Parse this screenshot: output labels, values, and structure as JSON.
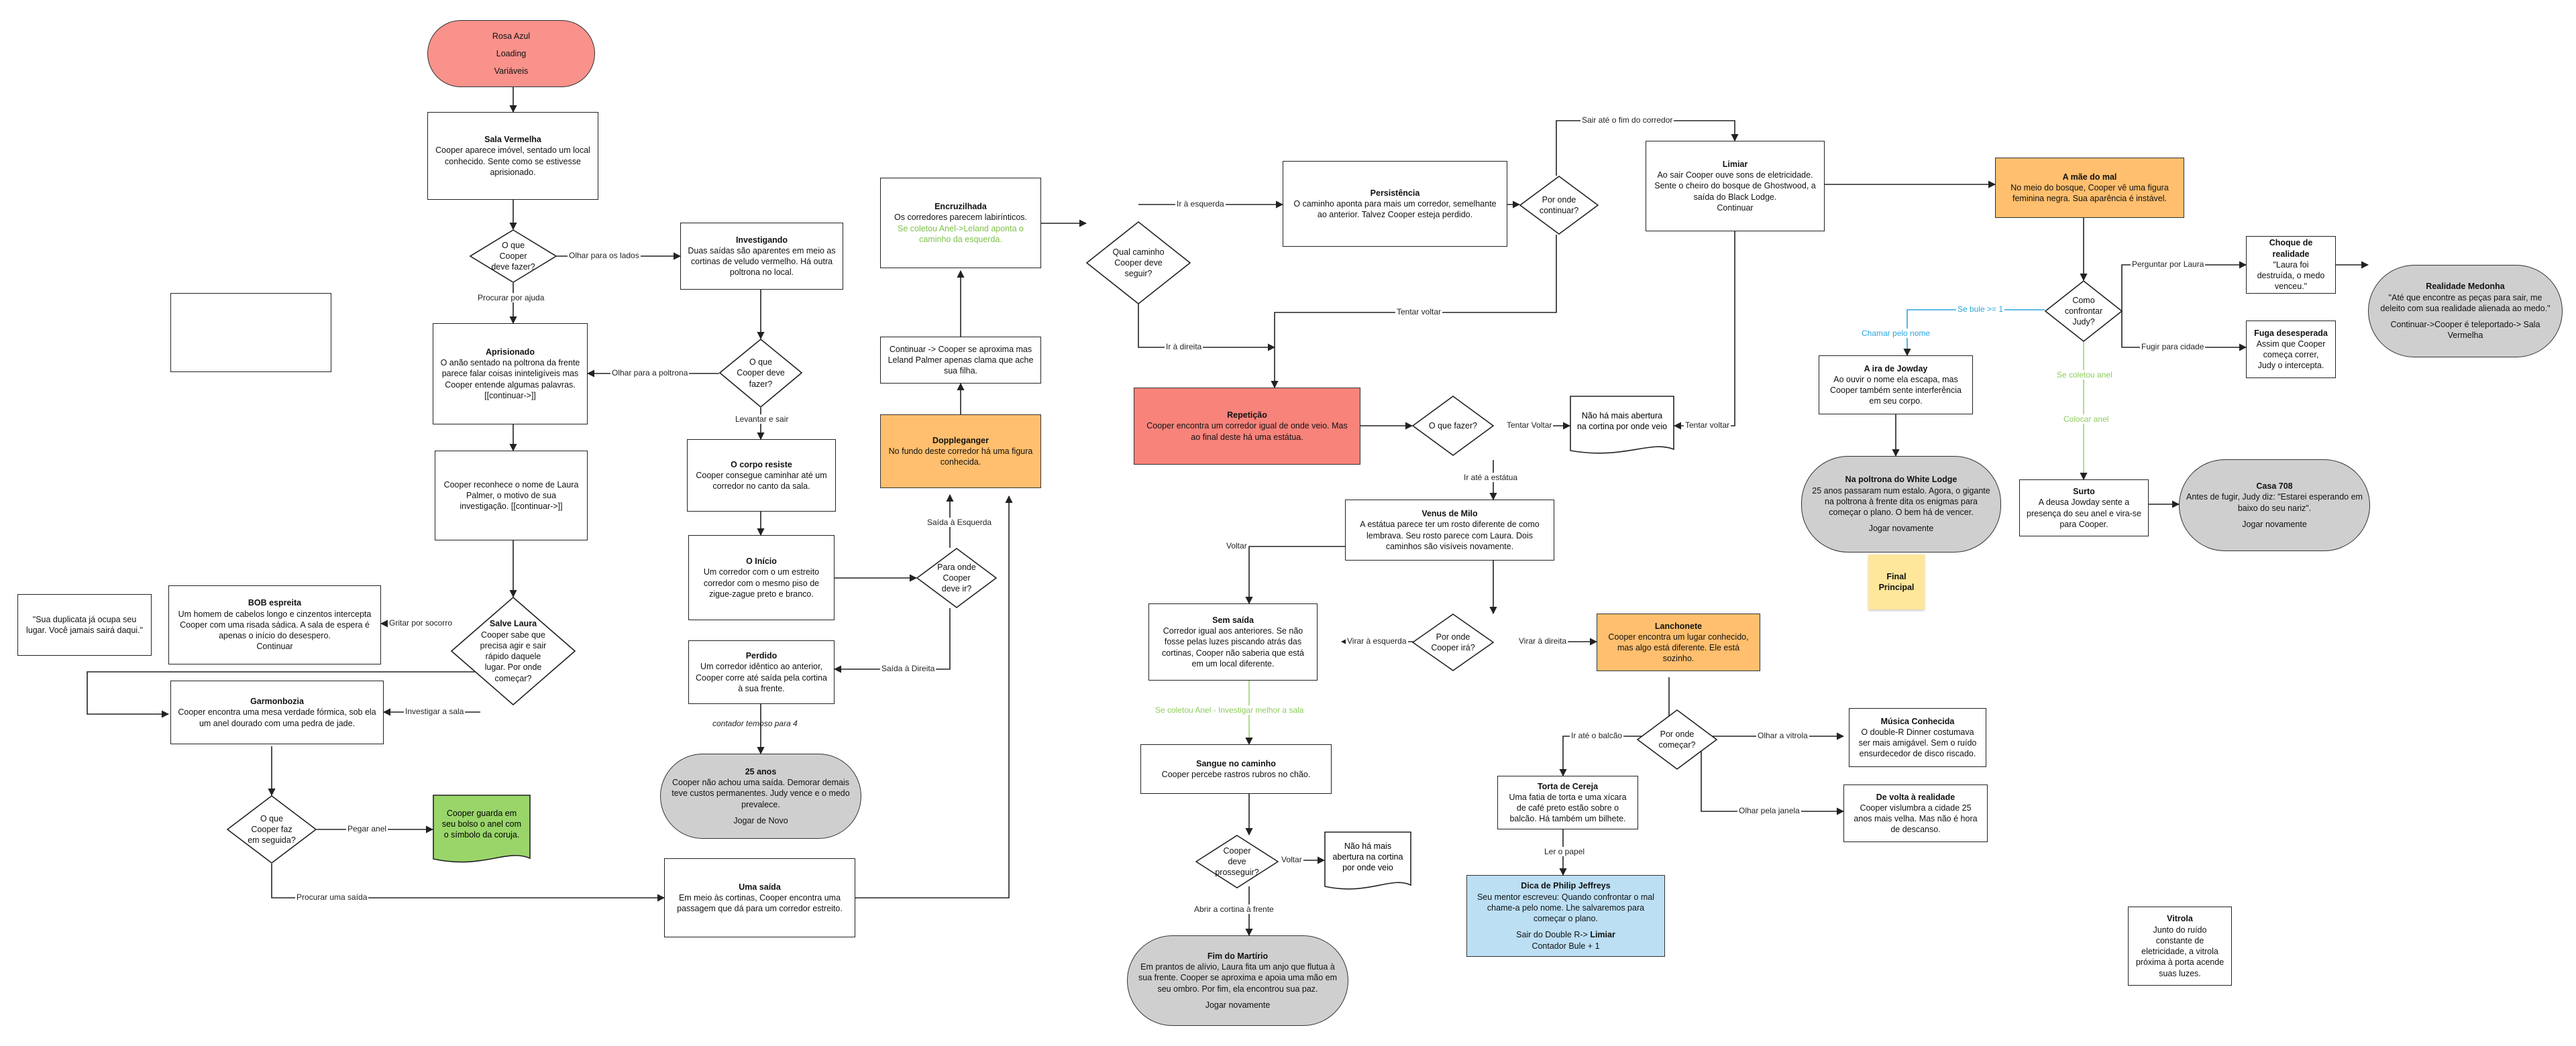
{
  "nodes": {
    "start": {
      "lines": [
        "Rosa Azul",
        "Loading",
        "Variáveis"
      ]
    },
    "sala_vermelha": {
      "title": "Sala Vermelha",
      "body": "Cooper aparece imóvel, sentado um local conhecido. Sente como se estivesse aprisionado."
    },
    "q_cooper_fazer": {
      "text": "O que Cooper deve fazer?"
    },
    "investigando": {
      "title": "Investigando",
      "body": "Duas saídas são aparentes em meio as cortinas de veludo vermelho. Há outra poltrona no local."
    },
    "aprisionado": {
      "title": "Aprisionado",
      "body": "O anão sentado na poltrona da frente parece falar coisas ininteligíveis mas Cooper entende algumas palavras. [[continuar->]]"
    },
    "q_cooper_fazer2": {
      "text": "O que Cooper deve fazer?"
    },
    "reconhece": {
      "body": "Cooper reconhece o nome de Laura Palmer, o motivo de sua investigação. [[continuar->]]"
    },
    "corpo_resiste": {
      "title": "O corpo resiste",
      "body": "Cooper consegue caminhar até um corredor no canto da sala."
    },
    "inicio": {
      "title": "O Início",
      "body": "Um corredor com o um estreito corredor com o mesmo piso de zigue-zague preto e branco."
    },
    "q_para_onde": {
      "text": "Para onde Cooper deve ir?"
    },
    "perdido": {
      "title": "Perdido",
      "body": "Um corredor idêntico ao anterior, Cooper corre até saída pela cortina à sua frente."
    },
    "anos25": {
      "title": "25 anos",
      "body": "Cooper não achou uma saída. Demorar demais teve custos permanentes. Judy vence e o medo prevalece.",
      "footer": "Jogar de Novo"
    },
    "uma_saida": {
      "title": "Uma saída",
      "body": "Em meio às cortinas, Cooper encontra uma passagem que dá para um corredor estreito."
    },
    "bob": {
      "title": "BOB espreita",
      "body": "Um homem de cabelos longo e cinzentos intercepta Cooper com uma risada sádica. A sala de espera é apenas o início do desespero.",
      "footer": "Continuar"
    },
    "duplicata": {
      "body": "\"Sua duplicata já ocupa seu lugar. Você jamais sairá daqui.\""
    },
    "salve_laura": {
      "title": "Salve Laura",
      "body": "Cooper sabe que precisa agir e sair rápido daquele lugar. Por onde começar?"
    },
    "garmonbozia": {
      "title": "Garmonbozia",
      "body": "Cooper encontra uma mesa verdade fórmica, sob ela um anel dourado com uma pedra de jade."
    },
    "q_cooper_faz": {
      "text": "O que Cooper faz em seguida?"
    },
    "guarda_bolso": {
      "text": "Cooper guarda em seu bolso o anel com o símbolo da coruja."
    },
    "encruzilhada": {
      "title": "Encruzilhada",
      "body": "Os corredores parecem labirínticos.",
      "green": "Se coletou Anel->Leland aponta o caminho da esquerda."
    },
    "continuar_leland": {
      "text": "Continuar -> Cooper se aproxima mas Leland Palmer apenas clama que ache sua filha."
    },
    "doppelganger": {
      "title": "Doppleganger",
      "body": "No fundo deste corredor há uma figura conhecida."
    },
    "q_qual_caminho": {
      "text": "Qual caminho Cooper deve seguir?"
    },
    "persistencia": {
      "title": "Persistência",
      "body": "O caminho aponta para mais um corredor, semelhante ao anterior. Talvez Cooper esteja perdido."
    },
    "q_por_onde_cont": {
      "text": "Por onde continuar?"
    },
    "limiar": {
      "title": "Limiar",
      "body": "Ao sair Cooper ouve sons de eletricidade. Sente o cheiro do bosque de Ghostwood, a saída do Black Lodge.",
      "footer": "Continuar"
    },
    "repeticao": {
      "title": "Repetição",
      "body": "Cooper encontra um corredor igual de onde veio. Mas ao final deste há uma estátua."
    },
    "q_o_que_fazer": {
      "text": "O que fazer?"
    },
    "nao_ha_abertura": {
      "text": "Não há mais abertura na cortina por onde veio"
    },
    "venus": {
      "title": "Venus de Milo",
      "body": "A estátua parece ter um rosto diferente de como lembrava. Seu rosto parece com Laura. Dois caminhos são visíveis novamente."
    },
    "sem_saida": {
      "title": "Sem saída",
      "body": "Corredor igual aos anteriores. Se não fosse pelas luzes piscando atrás das cortinas, Cooper não saberia que está em um local diferente."
    },
    "q_por_onde_ira": {
      "text": "Por onde Cooper irá?"
    },
    "lanchonete": {
      "title": "Lanchonete",
      "body": "Cooper encontra um lugar conhecido, mas algo está diferente. Ele está sozinho."
    },
    "sangue": {
      "title": "Sangue no caminho",
      "body": "Cooper percebe rastros rubros no chão."
    },
    "q_deve_prosseguir": {
      "text": "Cooper deve prosseguir?"
    },
    "nao_ha_abertura2": {
      "text": "Não há mais abertura na cortina por onde veio"
    },
    "fim_martirio": {
      "title": "Fim do Martírio",
      "body": "Em prantos de alívio, Laura fita um anjo que flutua à sua frente. Cooper se aproxima e apoia uma mão em seu ombro. Por fim, ela encontrou sua paz.",
      "footer": "Jogar novamente"
    },
    "q_por_onde_comecar": {
      "text": "Por onde começar?"
    },
    "torta": {
      "title": "Torta de Cereja",
      "body": "Uma fatia de torta e uma xícara de café preto estão sobre o balcão. Há também um bilhete."
    },
    "musica": {
      "title": "Música Conhecida",
      "body": "O double-R Dinner costumava ser mais amigável. Sem o ruído ensurdecedor de disco riscado."
    },
    "de_volta": {
      "title": "De volta à realidade",
      "body": "Cooper vislumbra a cidade 25 anos mais velha. Mas não é hora de descanso."
    },
    "dica": {
      "title": "Dica de Philip Jeffreys",
      "body": "Seu mentor escreveu: Quando confrontar o mal chame-a pelo nome. Lhe salvaremos para começar o plano.",
      "sair_prefix": "Sair do Double R-> ",
      "sair_bold": "Limiar",
      "footer": "Contador Bule + 1"
    },
    "mae_do_mal": {
      "title": "A mãe do mal",
      "body": "No meio do bosque, Cooper vê uma figura feminina negra. Sua aparência é instável."
    },
    "q_como_confrontar": {
      "text": "Como confrontar Judy?"
    },
    "ira_jowday": {
      "title": "A ira de Jowday",
      "body": "Ao ouvir o nome ela escapa, mas Cooper também sente interferência em seu corpo."
    },
    "poltrona": {
      "title": "Na poltrona do White Lodge",
      "body": "25 anos passaram num estalo. Agora, o gigante na poltrona à frente dita os enigmas para começar o plano. O bem há de vencer.",
      "footer": "Jogar novamente"
    },
    "final_principal": {
      "text": "Final Principal"
    },
    "choque": {
      "title": "Choque de realidade",
      "body": "\"Laura foi destruída, o medo venceu.\""
    },
    "fuga": {
      "title": "Fuga desesperada",
      "body": "Assim que Cooper começa correr, Judy o intercepta."
    },
    "realidade_medonha": {
      "title": "Realidade Medonha",
      "body": "\"Até que encontre as peças para sair, me deleito com sua realidade alienada ao medo.\"",
      "footer": "Continuar->Cooper é teleportado-> Sala Vermelha"
    },
    "surto": {
      "title": "Surto",
      "body": "A deusa Jowday sente a presença do seu anel e vira-se para Cooper."
    },
    "casa708": {
      "title": "Casa 708",
      "body": "Antes de fugir, Judy diz: \"Estarei esperando em baixo do seu nariz\".",
      "footer": "Jogar novamente"
    },
    "vitrola": {
      "title": "Vitrola",
      "body": "Junto do ruído constante de eletricidade, a vitrola próxima à porta acende suas luzes."
    }
  },
  "edges": {
    "olhar_lados": "Olhar para os lados",
    "procurar_ajuda": "Procurar por ajuda",
    "olhar_poltrona": "Olhar para a poltrona",
    "levantar_sair": "Levantar e sair",
    "saida_esquerda": "Saída à Esquerda",
    "saida_direita": "Saída à Direita",
    "gritar_socorro": "Gritar por socorro",
    "investigar_sala": "Investigar a sala",
    "pegar_anel": "Pegar anel",
    "procurar_saida": "Procurar uma saída",
    "contador_temoso": "contador temoso para 4",
    "ir_esquerda": "Ir à esquerda",
    "ir_direita": "Ir à direita",
    "sair_fim": "Sair até o fim do corredor",
    "tentar_voltar": "Tentar voltar",
    "tentar_voltar2": "Tentar Voltar",
    "tentar_voltar3": "Tentar voltar",
    "ir_estatua": "Ir até a estátua",
    "voltar": "Voltar",
    "virar_esquerda": "Virar à esquerda",
    "virar_direita": "Virar à direita",
    "se_coletou_anel": "Se coletou Anel - Investigar melhor a sala",
    "voltar2": "Voltar",
    "abrir_cortina": "Abrir a cortina à frente",
    "ir_balcao": "Ir até o balcão",
    "olhar_vitrola": "Olhar a vitrola",
    "olhar_janela": "Olhar pela janela",
    "ler_papel": "Ler o papel",
    "perguntar_laura": "Perguntar por Laura",
    "fugir_cidade": "Fugir para cidade",
    "se_bule": "Se bule >= 1",
    "chamar_nome": "Chamar pelo nome",
    "se_coletou_anel2": "Se coletou anel",
    "colocar_anel": "Colocar anel"
  },
  "colors": {
    "red": "#f8928b",
    "orange": "#ffbf6e",
    "gray": "#cfcfcf",
    "green": "#9ad56a",
    "blue": "#bcdff4",
    "note": "#fee79b",
    "green_text": "#7dc24a",
    "blue_text": "#2aa5de"
  }
}
